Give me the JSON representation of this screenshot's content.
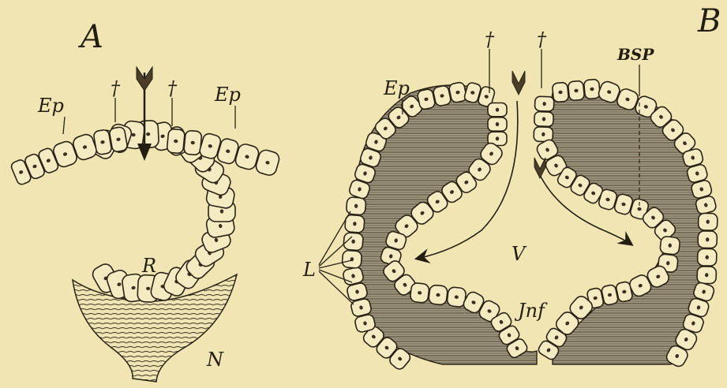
{
  "figure": {
    "panel_a": {
      "title": "A",
      "labels": {
        "ep_left": "Ep",
        "ep_right": "Ep",
        "dagger_left": "†",
        "dagger_right": "†",
        "r": "R",
        "n": "N"
      }
    },
    "panel_b": {
      "title": "B",
      "labels": {
        "ep": "Ep",
        "bsp": "BSP",
        "dagger_left": "†",
        "dagger_right": "†",
        "l": "L",
        "v": "V",
        "jnf": "Jnf"
      }
    },
    "colors": {
      "paper": "#f1e6b3",
      "ink": "#2a2214",
      "cell_fill": "#f4ebc2"
    }
  }
}
